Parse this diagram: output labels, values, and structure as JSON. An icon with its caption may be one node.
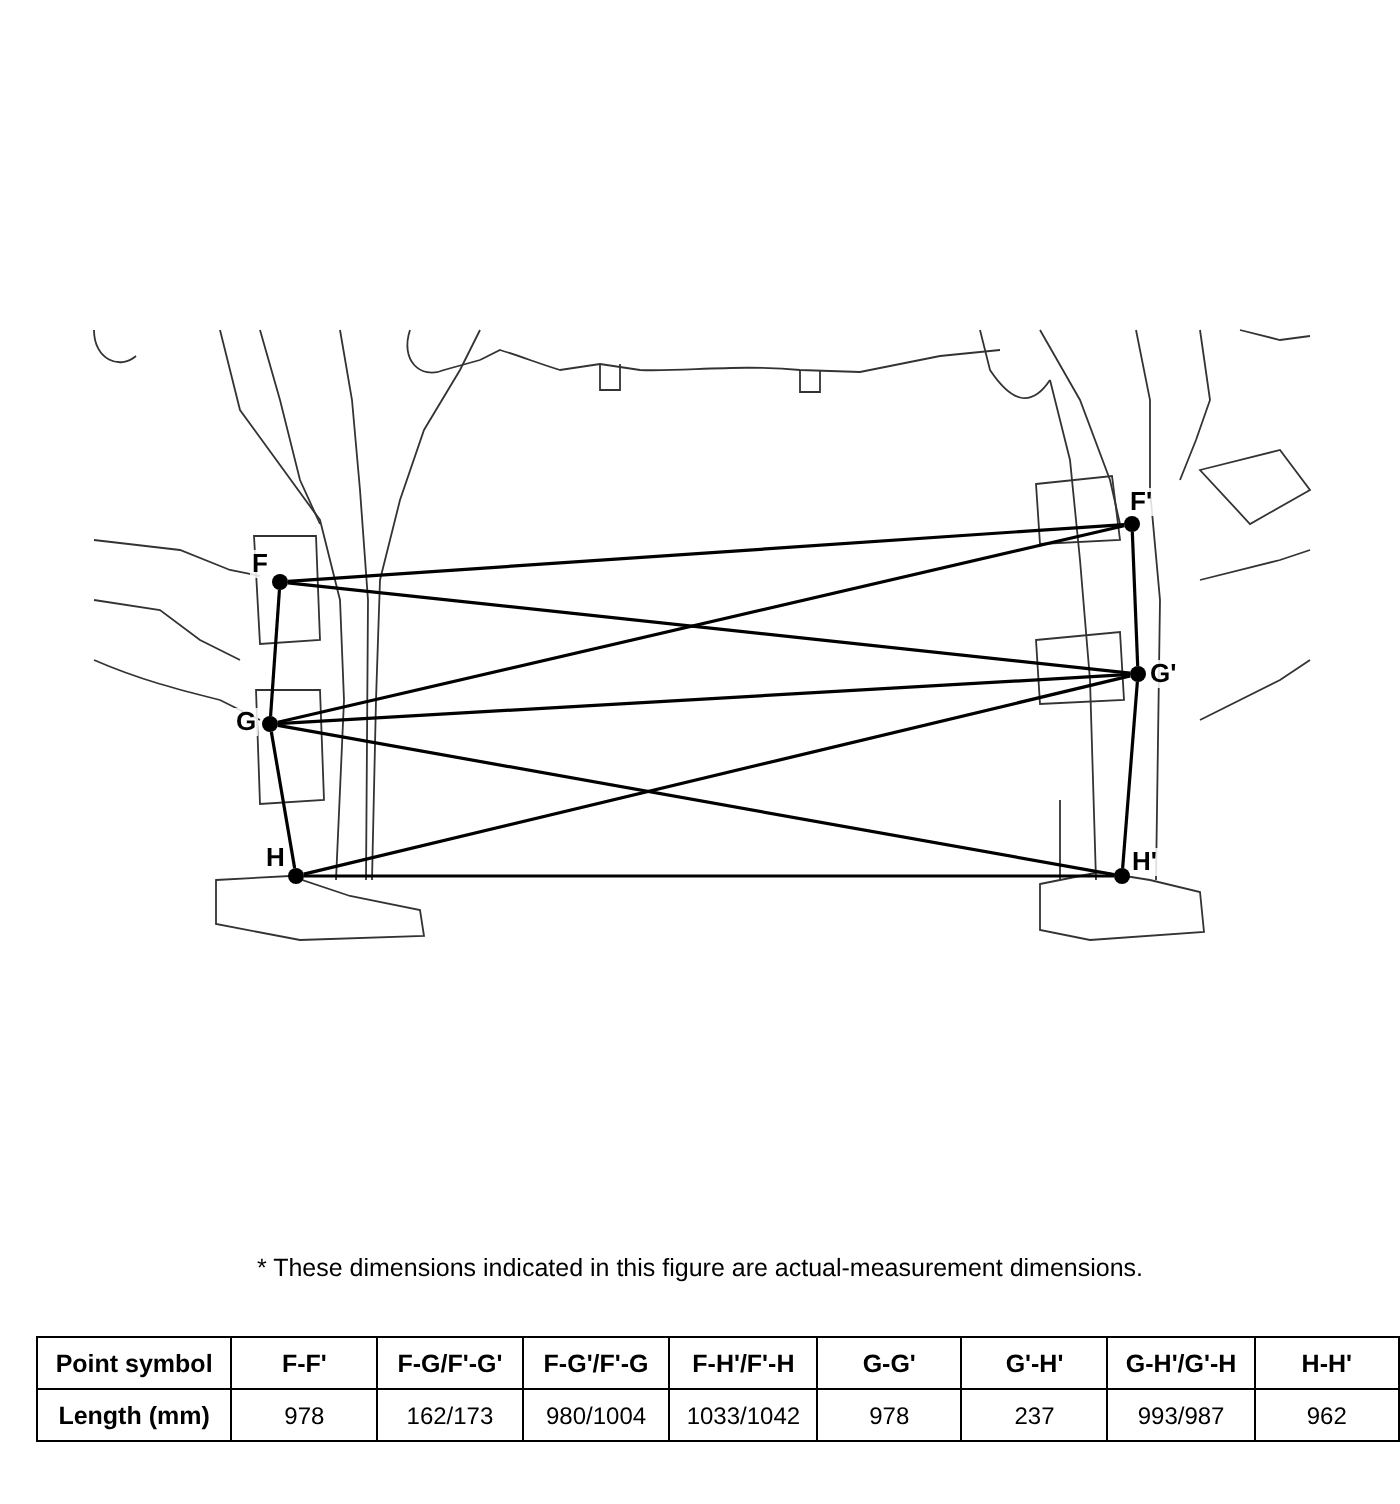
{
  "diagram": {
    "nodes": [
      {
        "text": [
          "F"
        ]
      },
      {
        "text": [
          "G"
        ]
      },
      {
        "text": [
          "H"
        ]
      },
      {
        "text": [
          "F'"
        ]
      },
      {
        "text": [
          "G'"
        ]
      },
      {
        "text": [
          "H'"
        ]
      }
    ],
    "edges": [
      {
        "from": 0,
        "to": 3,
        "arrow": "none"
      },
      {
        "from": 0,
        "to": 4,
        "arrow": "none"
      },
      {
        "from": 0,
        "to": 1,
        "arrow": "none"
      },
      {
        "from": 1,
        "to": 3,
        "arrow": "none"
      },
      {
        "from": 1,
        "to": 4,
        "arrow": "none"
      },
      {
        "from": 1,
        "to": 5,
        "arrow": "none"
      },
      {
        "from": 1,
        "to": 2,
        "arrow": "none"
      },
      {
        "from": 2,
        "to": 4,
        "arrow": "none"
      },
      {
        "from": 2,
        "to": 5,
        "arrow": "none"
      },
      {
        "from": 3,
        "to": 4,
        "arrow": "none"
      },
      {
        "from": 4,
        "to": 5,
        "arrow": "none"
      }
    ],
    "labels": [
      "*  These dimensions indicated in this figure are actual-measurement dimensions.",
      "Point symbol",
      "F-F'",
      "F-G/F'-G'",
      "F-G'/F'-G",
      "F-H'/F'-H",
      "G-G'",
      "G'-H'",
      "G-H'/G'-H",
      "H-H'",
      "Length (mm)",
      "978",
      "162/173",
      "980/1004",
      "1033/1042",
      "978",
      "237",
      "993/987",
      "962"
    ]
  }
}
